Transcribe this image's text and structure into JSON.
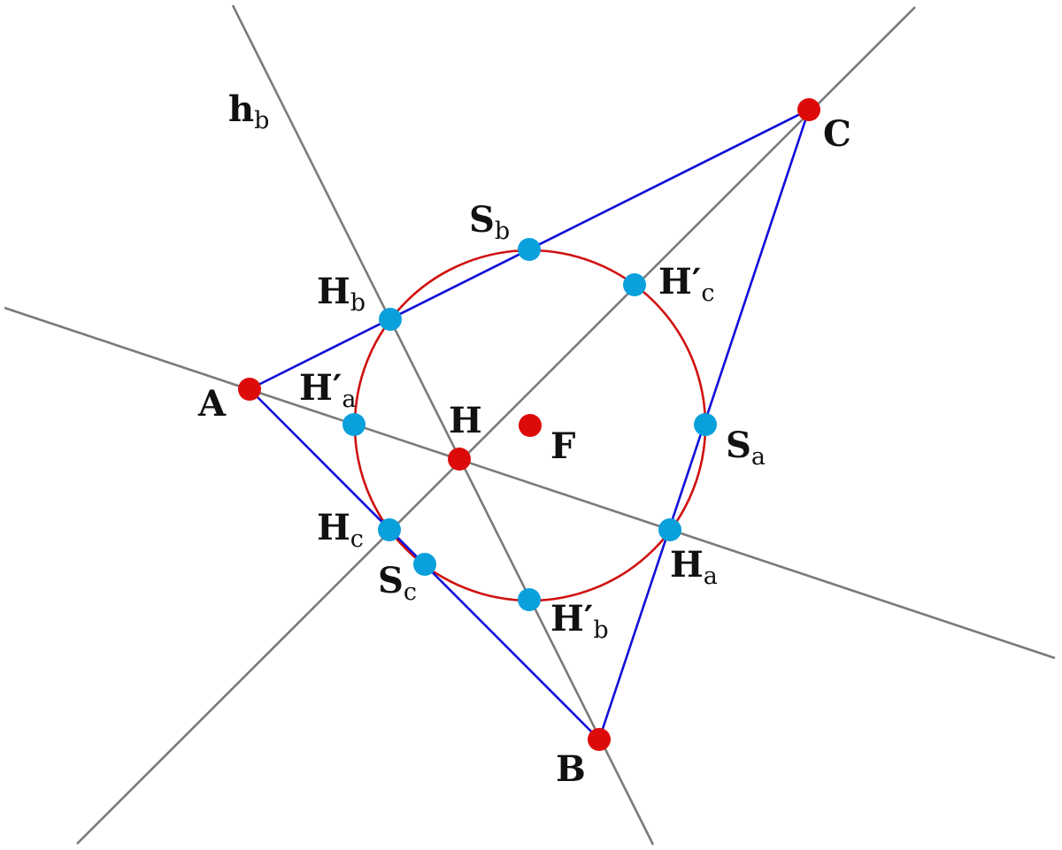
{
  "colors": {
    "background": "#ffffff",
    "aux_line": "#7a7a7a",
    "triangle": "#1010d8",
    "nine_point_circle": "#d01010",
    "main_point": "#dd0a0a",
    "feature_point": "#0aa0dc"
  },
  "labels": {
    "A": {
      "main": "A",
      "sub": ""
    },
    "B": {
      "main": "B",
      "sub": ""
    },
    "C": {
      "main": "C",
      "sub": ""
    },
    "H": {
      "main": "H",
      "sub": ""
    },
    "F": {
      "main": "F",
      "sub": ""
    },
    "Ha": {
      "main": "H",
      "sub": "a"
    },
    "Hb": {
      "main": "H",
      "sub": "b"
    },
    "Hc": {
      "main": "H",
      "sub": "c"
    },
    "Hpa": {
      "main": "H′",
      "sub": "a"
    },
    "Hpb": {
      "main": "H′",
      "sub": "b"
    },
    "Hpc": {
      "main": "H′",
      "sub": "c"
    },
    "Sa": {
      "main": "S",
      "sub": "a"
    },
    "Sb": {
      "main": "S",
      "sub": "b"
    },
    "Sc": {
      "main": "S",
      "sub": "c"
    },
    "hb": {
      "main": "h",
      "sub": "b"
    }
  }
}
